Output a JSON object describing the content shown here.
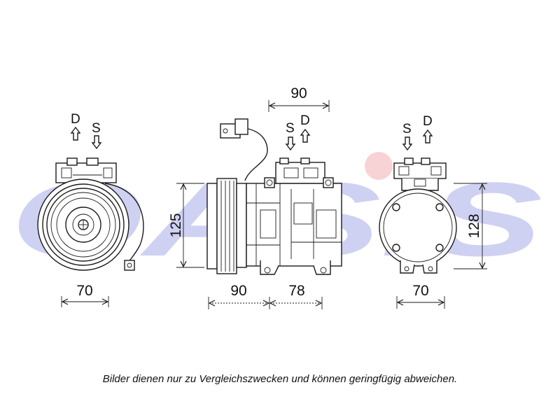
{
  "colors": {
    "watermark": "#2b34c8",
    "watermark_dot": "#e03a4a",
    "line": "#1a1a1a"
  },
  "watermark_text": "OASIS",
  "views": {
    "left": {
      "port_top": "D",
      "port_bottom": "S",
      "width_dim": "70"
    },
    "middle": {
      "top_dim": "90",
      "port_s": "S",
      "port_d": "D",
      "height_dim": "125",
      "bottom_left_dim": "90",
      "bottom_right_dim": "78"
    },
    "right": {
      "port_s": "S",
      "port_d": "D",
      "height_dim": "128",
      "width_dim": "70"
    }
  },
  "caption": "Bilder dienen nur zu Vergleichszwecken und können geringfügig abweichen."
}
